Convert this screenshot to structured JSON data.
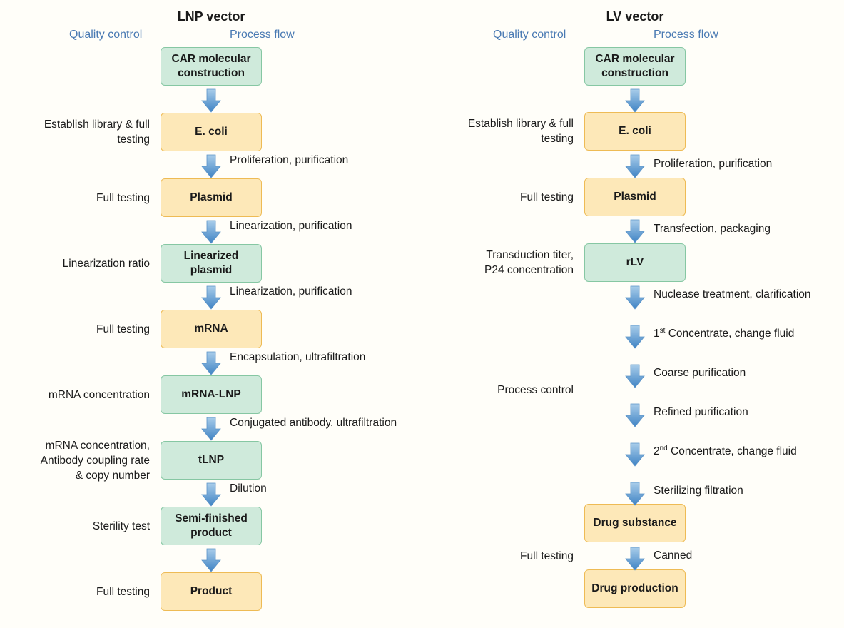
{
  "lnp": {
    "title": "LNP vector",
    "qc_header": "Quality control",
    "pf_header": "Process flow",
    "boxes": [
      {
        "lines": [
          "CAR molecular",
          "construction"
        ],
        "color": "green"
      },
      {
        "lines": [
          "E. coli"
        ],
        "color": "yellow"
      },
      {
        "lines": [
          "Plasmid"
        ],
        "color": "yellow"
      },
      {
        "lines": [
          "Linearized",
          "plasmid"
        ],
        "color": "green"
      },
      {
        "lines": [
          "mRNA"
        ],
        "color": "yellow"
      },
      {
        "lines": [
          "mRNA-LNP"
        ],
        "color": "green"
      },
      {
        "lines": [
          "tLNP"
        ],
        "color": "green"
      },
      {
        "lines": [
          "Semi-finished",
          "product"
        ],
        "color": "green"
      },
      {
        "lines": [
          "Product"
        ],
        "color": "yellow"
      }
    ],
    "qc": [
      {
        "row": 1,
        "lines": [
          "Establish library & full",
          "testing"
        ]
      },
      {
        "row": 2,
        "lines": [
          "Full testing"
        ]
      },
      {
        "row": 3,
        "lines": [
          "Linearization ratio"
        ]
      },
      {
        "row": 4,
        "lines": [
          "Full testing"
        ]
      },
      {
        "row": 5,
        "lines": [
          "mRNA concentration"
        ]
      },
      {
        "row": 6,
        "lines": [
          "mRNA concentration,",
          "Antibody coupling rate",
          "& copy number"
        ]
      },
      {
        "row": 7,
        "lines": [
          "Sterility test"
        ]
      },
      {
        "row": 8,
        "lines": [
          "Full testing"
        ]
      }
    ],
    "steps": [
      {
        "text": ""
      },
      {
        "text": "Proliferation, purification"
      },
      {
        "text": "Linearization, purification"
      },
      {
        "text": "Linearization, purification"
      },
      {
        "text": "Encapsulation, ultrafiltration"
      },
      {
        "text": "Conjugated antibody, ultrafiltration"
      },
      {
        "text": "Dilution"
      },
      {
        "text": ""
      }
    ]
  },
  "lv": {
    "title": "LV vector",
    "qc_header": "Quality control",
    "pf_header": "Process flow",
    "boxes": [
      {
        "lines": [
          "CAR molecular",
          "construction"
        ],
        "color": "green"
      },
      {
        "lines": [
          "E. coli"
        ],
        "color": "yellow"
      },
      {
        "lines": [
          "Plasmid"
        ],
        "color": "yellow"
      },
      {
        "lines": [
          "rLV"
        ],
        "color": "green"
      },
      {
        "lines": [
          "Drug substance"
        ],
        "color": "yellow"
      },
      {
        "lines": [
          "Drug production"
        ],
        "color": "yellow"
      }
    ],
    "qc": [
      {
        "lines": [
          "Establish library & full",
          "testing"
        ]
      },
      {
        "lines": [
          "Full testing"
        ]
      },
      {
        "lines": [
          "Transduction titer,",
          "P24 concentration"
        ]
      },
      {
        "lines": [
          "Process control"
        ]
      },
      {
        "lines": [
          "Full testing"
        ]
      }
    ],
    "steps": [
      {
        "text": "",
        "sup": "",
        "rest": ""
      },
      {
        "text": "Proliferation, purification",
        "sup": "",
        "rest": ""
      },
      {
        "text": "Transfection, packaging",
        "sup": "",
        "rest": ""
      },
      {
        "text": "Nuclease treatment, clarification",
        "sup": "",
        "rest": ""
      },
      {
        "text": "1",
        "sup": "st",
        "rest": " Concentrate, change fluid"
      },
      {
        "text": "Coarse purification",
        "sup": "",
        "rest": ""
      },
      {
        "text": "Refined purification",
        "sup": "",
        "rest": ""
      },
      {
        "text": "2",
        "sup": "nd",
        "rest": " Concentrate, change fluid"
      },
      {
        "text": "Sterilizing filtration",
        "sup": "",
        "rest": ""
      },
      {
        "text": "Canned",
        "sup": "",
        "rest": ""
      }
    ]
  }
}
